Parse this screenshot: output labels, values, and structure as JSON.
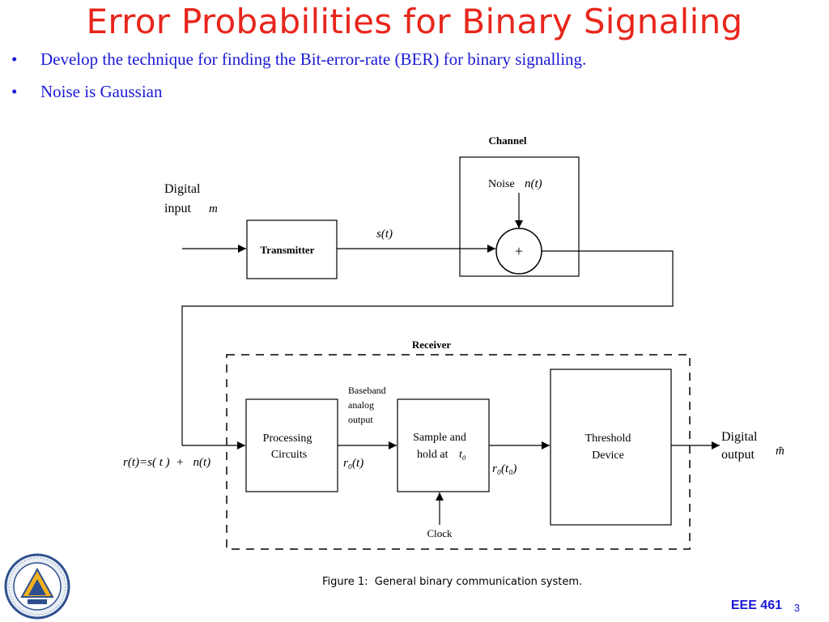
{
  "slide": {
    "title": "Error Probabilities for Binary Signaling",
    "bullets": [
      "Develop the technique for finding the Bit-error-rate (BER) for binary signalling.",
      "Noise is Gaussian"
    ],
    "course": "EEE 461",
    "page_number": "3"
  },
  "diagram": {
    "channel_label": "Channel",
    "receiver_label": "Receiver",
    "input_label_line1": "Digital",
    "input_label_line2": "input",
    "input_symbol": "m",
    "transmitter_label": "Transmitter",
    "signal_label": "s(t)",
    "noise_label": "Noise",
    "noise_symbol": "n(t)",
    "adder_symbol": "+",
    "received_signal_label": "r(t)=s( t )  +   n(t)",
    "processing_line1": "Processing",
    "processing_line2": "Circuits",
    "baseband_line1": "Baseband",
    "baseband_line2": "analog",
    "baseband_line3": "output",
    "r0t_label": "r₀(t)",
    "sample_line1": "Sample and",
    "sample_line2": "hold at",
    "t0_symbol": "t₀",
    "clock_label": "Clock",
    "r0t0_label": "r₀(t₀)",
    "threshold_line1": "Threshold",
    "threshold_line2": "Device",
    "output_line1": "Digital",
    "output_line2": "output",
    "output_symbol": "m̃",
    "caption": "Figure 1:  General binary communication system."
  }
}
